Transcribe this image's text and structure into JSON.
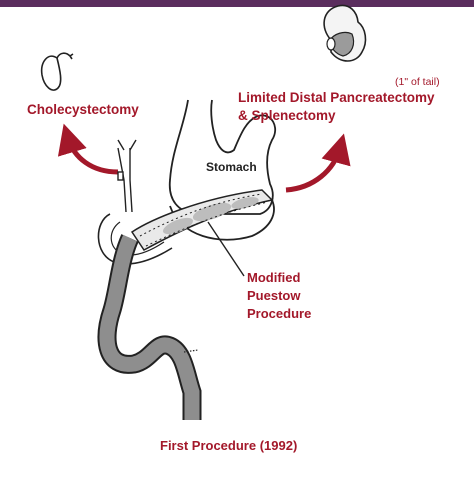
{
  "labels": {
    "cholecystectomy": "Cholecystectomy",
    "tail_note": "(1\" of tail)",
    "distal_line1": "Limited Distal Pancreatectomy",
    "distal_line2": "& Splenectomy",
    "stomach": "Stomach",
    "procedure_line1": "Modified",
    "procedure_line2": "Puestow",
    "procedure_line3": "Procedure",
    "first_procedure": "First Procedure (1992)"
  },
  "colors": {
    "label_red": "#a3182a",
    "arrow_red": "#a3182a",
    "outline": "#222222",
    "gut_fill": "#8e8e8e",
    "top_bar": "#5b2e5e"
  },
  "icons": {
    "gallbladder": "gallbladder-icon",
    "spleen": "spleen-icon"
  }
}
